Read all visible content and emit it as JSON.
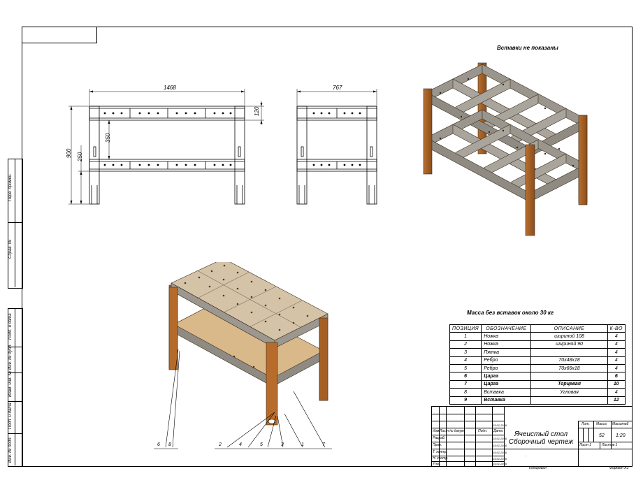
{
  "notes": {
    "inserts_not_shown": "Вставки не показаны",
    "mass": "Масса без вставок около 30 кг"
  },
  "dimensions": {
    "front_width": "1468",
    "side_width": "767",
    "rail_height": "120",
    "height_total": "900",
    "leg_bottom": "250",
    "shelf_gap": "350"
  },
  "callouts": [
    "6",
    "8",
    "2",
    "4",
    "5",
    "3",
    "1",
    "7"
  ],
  "spec": {
    "headers": [
      "ПОЗИЦИЯ",
      "ОБОЗНАЧЕНИЕ",
      "ОПИСАНИЕ",
      "К-ВО"
    ],
    "rows": [
      {
        "pos": "1",
        "name": "Ножка",
        "desc": "шириной 108",
        "qty": "4",
        "bold": false
      },
      {
        "pos": "2",
        "name": "Ножка",
        "desc": "шириной 90",
        "qty": "4",
        "bold": false
      },
      {
        "pos": "3",
        "name": "Пятка",
        "desc": "",
        "qty": "4",
        "bold": false
      },
      {
        "pos": "4",
        "name": "Ребро",
        "desc": "70x48x18",
        "qty": "4",
        "bold": false
      },
      {
        "pos": "5",
        "name": "Ребро",
        "desc": "70x66x18",
        "qty": "4",
        "bold": false
      },
      {
        "pos": "6",
        "name": "Царга",
        "desc": "",
        "qty": "6",
        "bold": true
      },
      {
        "pos": "7",
        "name": "Царга",
        "desc": "Торцевая",
        "qty": "10",
        "bold": true
      },
      {
        "pos": "8",
        "name": "Вставка",
        "desc": "Угловая",
        "qty": "4",
        "bold": false
      },
      {
        "pos": "9",
        "name": "Вставка",
        "desc": "",
        "qty": "12",
        "bold": true
      }
    ]
  },
  "title_block": {
    "title_line1": "Ячеистый стол",
    "title_line2": "Сборочный чертеж",
    "lit": "Лит.",
    "massa": "Масса",
    "masshtab": "Масштаб",
    "mass_value": "52",
    "scale_value": "1:20",
    "list": "Лист 1",
    "listov": "Листов 1",
    "izm": "Изм.",
    "list_col": "Лист",
    "doc_no": "№ докум.",
    "podp": "Подп.",
    "data": "Дата",
    "razrab": "Разраб.",
    "prov": "Пров.",
    "tkontr": "Т. контр.",
    "nkontr": "Н. контр.",
    "utv": "Утв.",
    "date1": "15.01.2016",
    "date2": "15.01.2016",
    "date3": "15.01.2016",
    "date4": "15.01.2016",
    "date5": "15.01.2016",
    "date6": "15.01.2016",
    "dot": "."
  },
  "footer": {
    "copied": "Копировал",
    "format": "Формат А3"
  },
  "side_stamps": [
    "Перв. примен.",
    "Справ. №",
    "Подп. и дата",
    "Инв. № дубл.",
    "Взам. инв. №",
    "Подп. и дата",
    "Инв. № подл."
  ]
}
